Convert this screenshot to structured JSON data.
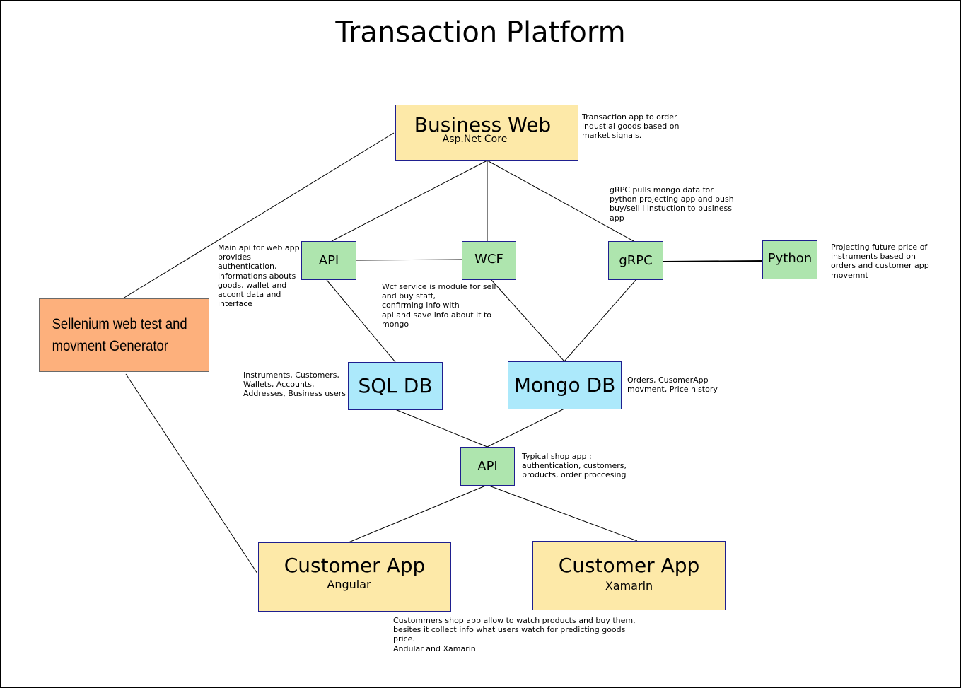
{
  "title": "Transaction Platform",
  "nodes": {
    "business_web": {
      "label": "Business Web",
      "sublabel": "Asp.Net Core"
    },
    "api_top": {
      "label": "API"
    },
    "wcf": {
      "label": "WCF"
    },
    "grpc": {
      "label": "gRPC"
    },
    "python": {
      "label": "Python"
    },
    "selenium": {
      "label": "Sellenium web test and\nmovment Generator"
    },
    "sql_db": {
      "label": "SQL DB"
    },
    "mongo_db": {
      "label": "Mongo DB"
    },
    "api_bottom": {
      "label": "API"
    },
    "customer_angular": {
      "label": "Customer App",
      "sublabel": "Angular"
    },
    "customer_xamarin": {
      "label": "Customer App",
      "sublabel": "Xamarin"
    }
  },
  "notes": {
    "business_web": "Transaction app to order\nindustial goods based on\nmarket signals.",
    "grpc": "gRPC pulls mongo data for\npython projecting app and push\nbuy/sell l instuction to business\napp",
    "api_top": "Main api for web app\nprovides\nauthentication,\ninformations abouts\ngoods, wallet and\naccont data and\ninterface",
    "python": "Projecting future price of\ninstruments based on\norders and customer app\nmovemnt",
    "wcf": "Wcf service is module for sell\nand buy staff,\nconfirming info with\napi and save info about it to\nmongo",
    "sql_db": "Instruments, Customers,\nWallets, Accounts,\nAddresses, Business users",
    "mongo_db": "Orders, CusomerApp\nmovment, Price history",
    "api_bottom": "Typical shop app :\nauthentication, customers,\nproducts, order proccesing",
    "customer_apps": "Custommers shop app allow to watch products and buy them,\nbesites it collect info what users watch for predicting goods\nprice.\nAndular and Xamarin"
  }
}
